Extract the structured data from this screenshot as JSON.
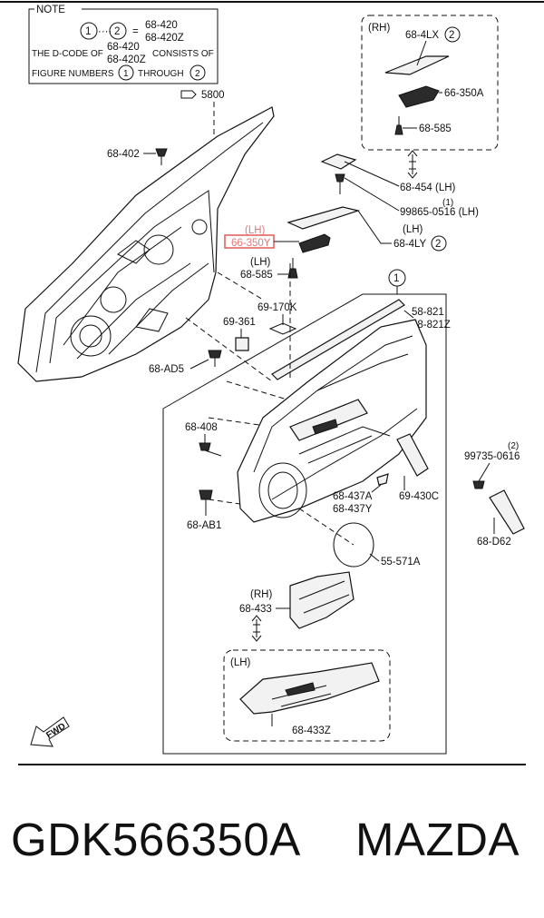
{
  "note": {
    "title": "NOTE",
    "circle1": "1",
    "circle2": "2",
    "code_line1": "68-420",
    "code_line2": "68-420Z",
    "text_line1_a": "THE D-CODE OF",
    "text_line1_b": "CONSISTS OF",
    "text_line2_a": "FIGURE NUMBERS",
    "text_line2_b": "THROUGH"
  },
  "labels": {
    "ref_5800": "5800",
    "p68_402": "68-402",
    "rh_box_title": "(RH)",
    "p68_4LX": "68-4LX",
    "p66_350A": "66-350A",
    "p68_585_rh": "68-585",
    "p68_454": "68-454 (LH)",
    "p99865_qty": "(1)",
    "p99865": "99865-0516 (LH)",
    "lh_tag_4ly": "(LH)",
    "p68_4LY": "68-4LY",
    "highlight_lh": "(LH)",
    "highlight_part": "66-350Y",
    "lh_tag_585": "(LH)",
    "p68_585_lh": "68-585",
    "p69_170K": "69-170K",
    "p58_821": "58-821",
    "p58_821Z": "58-821Z",
    "p69_361": "69-361",
    "p68_AD5": "68-AD5",
    "p68_408": "68-408",
    "p99735_qty": "(2)",
    "p99735": "99735-0616",
    "p68_437A": "68-437A",
    "p68_437Y": "68-437Y",
    "p69_430C": "69-430C",
    "p68_AB1": "68-AB1",
    "p68_D62": "68-D62",
    "p55_571A": "55-571A",
    "rh_tag_433": "(RH)",
    "p68_433": "68-433",
    "lh_box_title": "(LH)",
    "p68_433Z": "68-433Z",
    "fwd": "FWD",
    "circle_1": "1",
    "circle_2": "2"
  },
  "colors": {
    "highlight": "#e05a5a",
    "ink": "#111111"
  },
  "caption": {
    "part_number": "GDK566350A",
    "brand": "MAZDA"
  }
}
